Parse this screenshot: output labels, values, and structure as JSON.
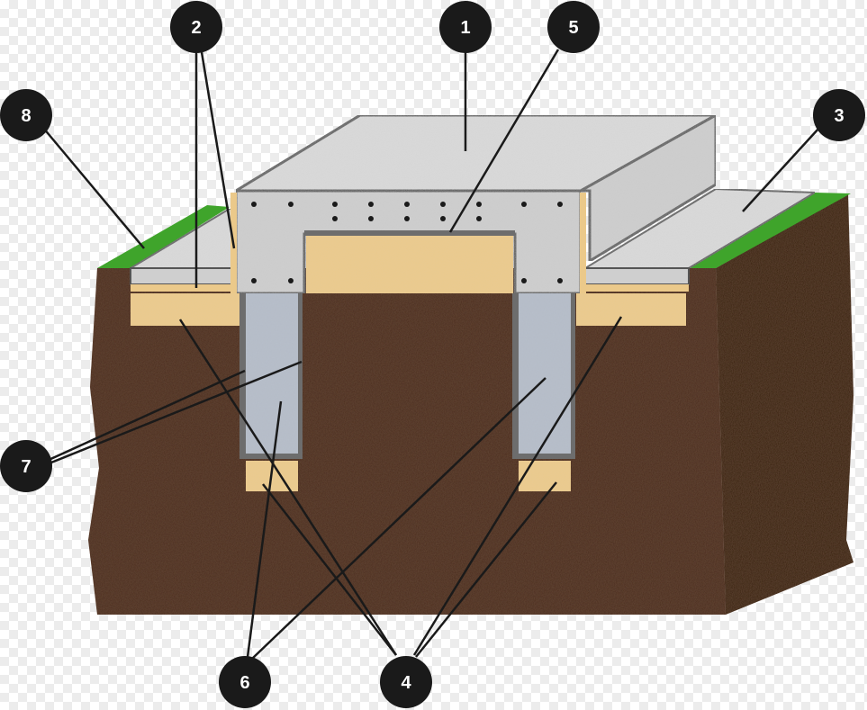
{
  "diagram": {
    "callouts": [
      {
        "id": "1",
        "label": "1"
      },
      {
        "id": "2",
        "label": "2"
      },
      {
        "id": "3",
        "label": "3"
      },
      {
        "id": "4",
        "label": "4"
      },
      {
        "id": "5",
        "label": "5"
      },
      {
        "id": "6",
        "label": "6"
      },
      {
        "id": "7",
        "label": "7"
      },
      {
        "id": "8",
        "label": "8"
      }
    ],
    "colors": {
      "soil": "#4a2a1b",
      "soil_dark": "#351c11",
      "concrete": "#cfcfcf",
      "concrete_top": "#dcdcdc",
      "sand": "#ebc98a",
      "gravel": "#b7bfcb",
      "grass": "#3fa42b",
      "callout_bg": "#1a1a1a",
      "leader_line": "#1a1a1a"
    }
  }
}
